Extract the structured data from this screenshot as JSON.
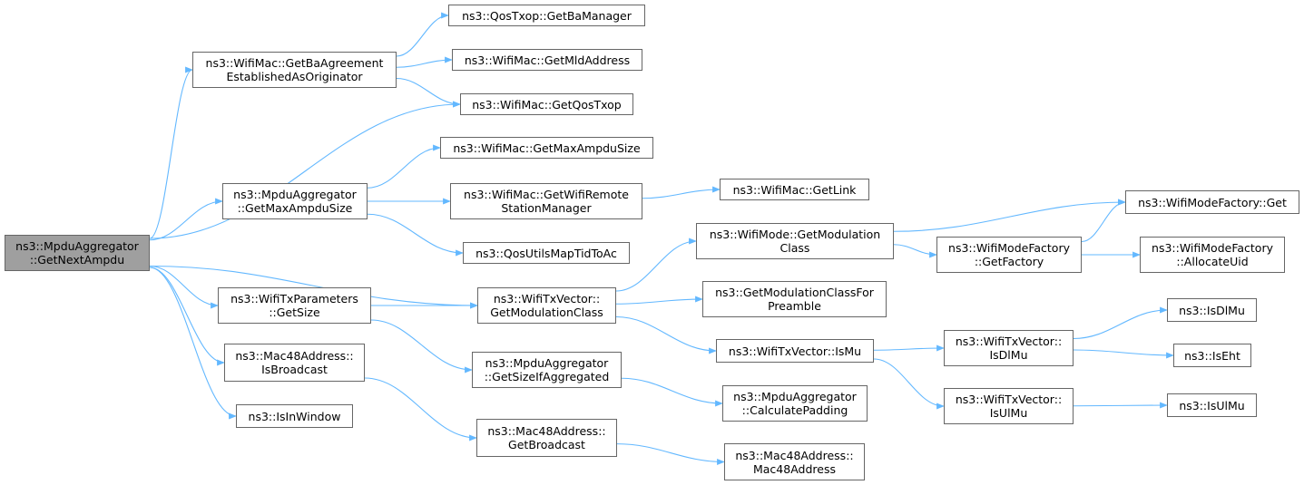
{
  "colors": {
    "edge": "#63b8ff",
    "root_fill": "#9f9f9f",
    "node_border": "#666666"
  },
  "nodes": {
    "n_root": {
      "l1": "ns3::MpduAggregator",
      "l2": "::GetNextAmpdu"
    },
    "n_baagree": {
      "l1": "ns3::WifiMac::GetBaAgreement",
      "l2": "EstablishedAsOriginator"
    },
    "n_bamgr": {
      "l1": "ns3::QosTxop::GetBaManager"
    },
    "n_mld": {
      "l1": "ns3::WifiMac::GetMldAddress"
    },
    "n_qostxop": {
      "l1": "ns3::WifiMac::GetQosTxop"
    },
    "n_getmaxmac": {
      "l1": "ns3::WifiMac::GetMaxAmpduSize"
    },
    "n_aggmax": {
      "l1": "ns3::MpduAggregator",
      "l2": "::GetMaxAmpduSize"
    },
    "n_remote": {
      "l1": "ns3::WifiMac::GetWifiRemote",
      "l2": "StationManager"
    },
    "n_link": {
      "l1": "ns3::WifiMac::GetLink"
    },
    "n_tidac": {
      "l1": "ns3::QosUtilsMapTidToAc"
    },
    "n_modeclass": {
      "l1": "ns3::WifiMode::GetModulation",
      "l2": "Class"
    },
    "n_factget": {
      "l1": "ns3::WifiModeFactory::Get"
    },
    "n_getfactory": {
      "l1": "ns3::WifiModeFactory",
      "l2": "::GetFactory"
    },
    "n_alloc": {
      "l1": "ns3::WifiModeFactory",
      "l2": "::AllocateUid"
    },
    "n_txsize": {
      "l1": "ns3::WifiTxParameters",
      "l2": "::GetSize"
    },
    "n_txmod": {
      "l1": "ns3::WifiTxVector::",
      "l2": "GetModulationClass"
    },
    "n_preamble": {
      "l1": "ns3::GetModulationClassFor",
      "l2": "Preamble"
    },
    "n_ismu": {
      "l1": "ns3::WifiTxVector::IsMu"
    },
    "n_isdlmu_tv": {
      "l1": "ns3::WifiTxVector::",
      "l2": "IsDlMu"
    },
    "n_isdlmu": {
      "l1": "ns3::IsDlMu"
    },
    "n_iseht": {
      "l1": "ns3::IsEht"
    },
    "n_isbcast": {
      "l1": "ns3::Mac48Address::",
      "l2": "IsBroadcast"
    },
    "n_sizeagg": {
      "l1": "ns3::MpduAggregator",
      "l2": "::GetSizeIfAggregated"
    },
    "n_padding": {
      "l1": "ns3::MpduAggregator",
      "l2": "::CalculatePadding"
    },
    "n_isulmu_tv": {
      "l1": "ns3::WifiTxVector::",
      "l2": "IsUlMu"
    },
    "n_isulmu": {
      "l1": "ns3::IsUlMu"
    },
    "n_inwindow": {
      "l1": "ns3::IsInWindow"
    },
    "n_getbcast": {
      "l1": "ns3::Mac48Address::",
      "l2": "GetBroadcast"
    },
    "n_macaddr": {
      "l1": "ns3::Mac48Address::",
      "l2": "Mac48Address"
    }
  },
  "edges": [
    [
      "n_root",
      "n_baagree"
    ],
    [
      "n_root",
      "n_qostxop"
    ],
    [
      "n_root",
      "n_aggmax"
    ],
    [
      "n_root",
      "n_txmod"
    ],
    [
      "n_root",
      "n_txsize"
    ],
    [
      "n_root",
      "n_isbcast"
    ],
    [
      "n_root",
      "n_inwindow"
    ],
    [
      "n_baagree",
      "n_bamgr"
    ],
    [
      "n_baagree",
      "n_mld"
    ],
    [
      "n_baagree",
      "n_qostxop"
    ],
    [
      "n_aggmax",
      "n_getmaxmac"
    ],
    [
      "n_aggmax",
      "n_remote"
    ],
    [
      "n_aggmax",
      "n_tidac"
    ],
    [
      "n_remote",
      "n_link"
    ],
    [
      "n_txsize",
      "n_txmod"
    ],
    [
      "n_txsize",
      "n_sizeagg"
    ],
    [
      "n_txmod",
      "n_modeclass"
    ],
    [
      "n_txmod",
      "n_preamble"
    ],
    [
      "n_txmod",
      "n_ismu"
    ],
    [
      "n_modeclass",
      "n_factget"
    ],
    [
      "n_modeclass",
      "n_getfactory"
    ],
    [
      "n_getfactory",
      "n_factget"
    ],
    [
      "n_getfactory",
      "n_alloc"
    ],
    [
      "n_ismu",
      "n_isdlmu_tv"
    ],
    [
      "n_ismu",
      "n_isulmu_tv"
    ],
    [
      "n_isdlmu_tv",
      "n_isdlmu"
    ],
    [
      "n_isdlmu_tv",
      "n_iseht"
    ],
    [
      "n_isulmu_tv",
      "n_isulmu"
    ],
    [
      "n_sizeagg",
      "n_padding"
    ],
    [
      "n_isbcast",
      "n_getbcast"
    ],
    [
      "n_getbcast",
      "n_macaddr"
    ]
  ]
}
